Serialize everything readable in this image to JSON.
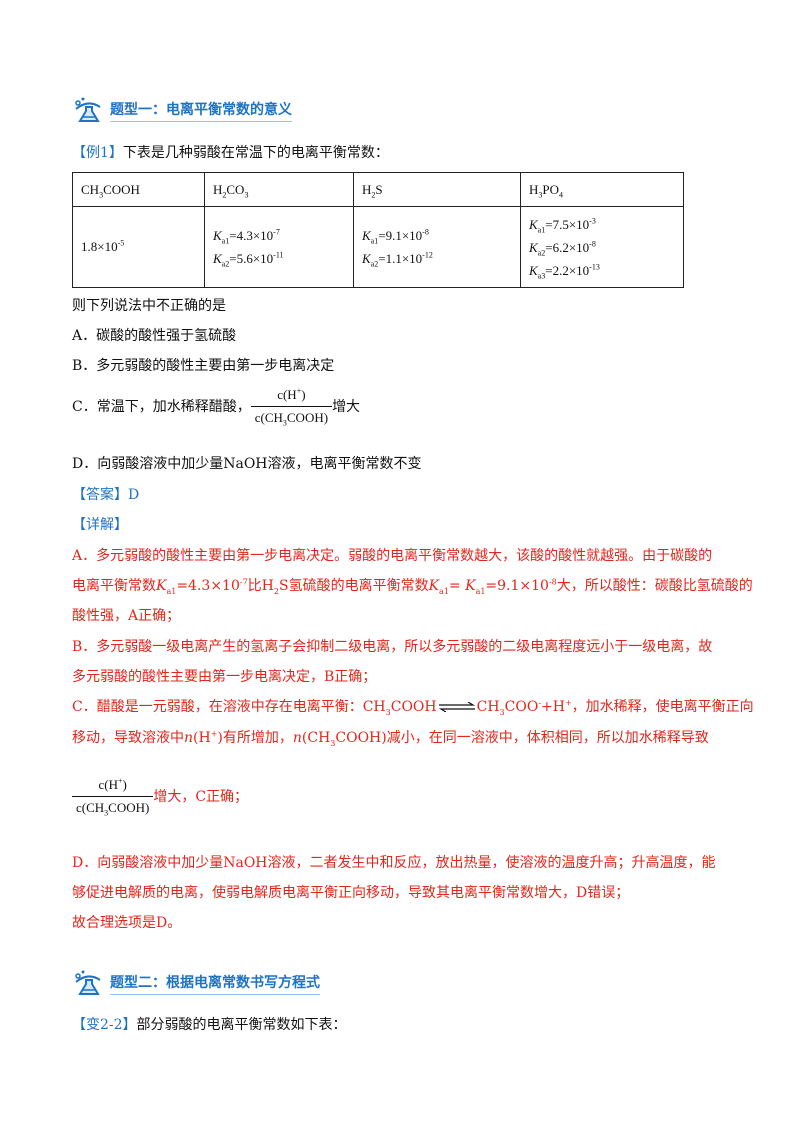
{
  "section1": {
    "title": "题型一：电离平衡常数的意义",
    "example_tag": "【例1】",
    "example_text": "下表是几种弱酸在常温下的电离平衡常数：",
    "table": {
      "headers": [
        "CH3COOH",
        "H2CO3",
        "H2S",
        "H3PO4"
      ],
      "col1": "1.8×10-5",
      "col2": [
        "Ka1=4.3×10-7",
        "Ka2=5.6×10-11"
      ],
      "col3": [
        "Ka1=9.1×10-8",
        "Ka2=1.1×10-12"
      ],
      "col4": [
        "Ka1=7.5×10-3",
        "Ka2=6.2×10-8",
        "Ka3=2.2×10-13"
      ]
    },
    "question": "则下列说法中不正确的是",
    "options": {
      "A": "A．碳酸的酸性强于氢硫酸",
      "B": "B．多元弱酸的酸性主要由第一步电离决定",
      "C_prefix": "C．常温下，加水稀释醋酸，",
      "C_suffix": "增大",
      "D": "D．向弱酸溶液中加少量NaOH溶液，电离平衡常数不变"
    },
    "answer_label": "【答案】",
    "answer_value": "D",
    "detail_label": "【详解】",
    "detail": {
      "A_line1": "A．多元弱酸的酸性主要由第一步电离决定。弱酸的电离平衡常数越大，该酸的酸性就越强。由于碳酸的",
      "A_line2": "电离平衡常数Ka1=4.3×10-7比H2S氢硫酸的电离平衡常数Ka1= Ka1=9.1×10-8大，所以酸性：碳酸比氢硫酸的",
      "A_line3": "酸性强，A正确；",
      "B_line1": "B．多元弱酸一级电离产生的氢离子会抑制二级电离，所以多元弱酸的二级电离程度远小于一级电离，故",
      "B_line2": "多元弱酸的酸性主要由第一步电离决定，B正确；",
      "C_line1_a": "C．醋酸是一元弱酸，在溶液中存在电离平衡：CH3COOH",
      "C_line1_b": "CH3COO-+H+，加水稀释，使电离平衡正向",
      "C_line2": "移动，导致溶液中n(H+)有所增加，n(CH3COOH)减小，在同一溶液中，体积相同，所以加水稀释导致",
      "C_line3_suffix": "增大，C正确；",
      "D_line1": "D．向弱酸溶液中加少量NaOH溶液，二者发生中和反应，放出热量，使溶液的温度升高；升高温度，能",
      "D_line2": "够促进电解质的电离，使弱电解质电离平衡正向移动，导致其电离平衡常数增大，D错误；",
      "conclusion": "故合理选项是D。"
    },
    "fraction": {
      "numerator": "c(H+)",
      "denominator": "c(CH3COOH)"
    }
  },
  "section2": {
    "title": "题型二：根据电离常数书写方程式",
    "variant_tag": "【变2-2】",
    "variant_text": "部分弱酸的电离平衡常数如下表："
  }
}
